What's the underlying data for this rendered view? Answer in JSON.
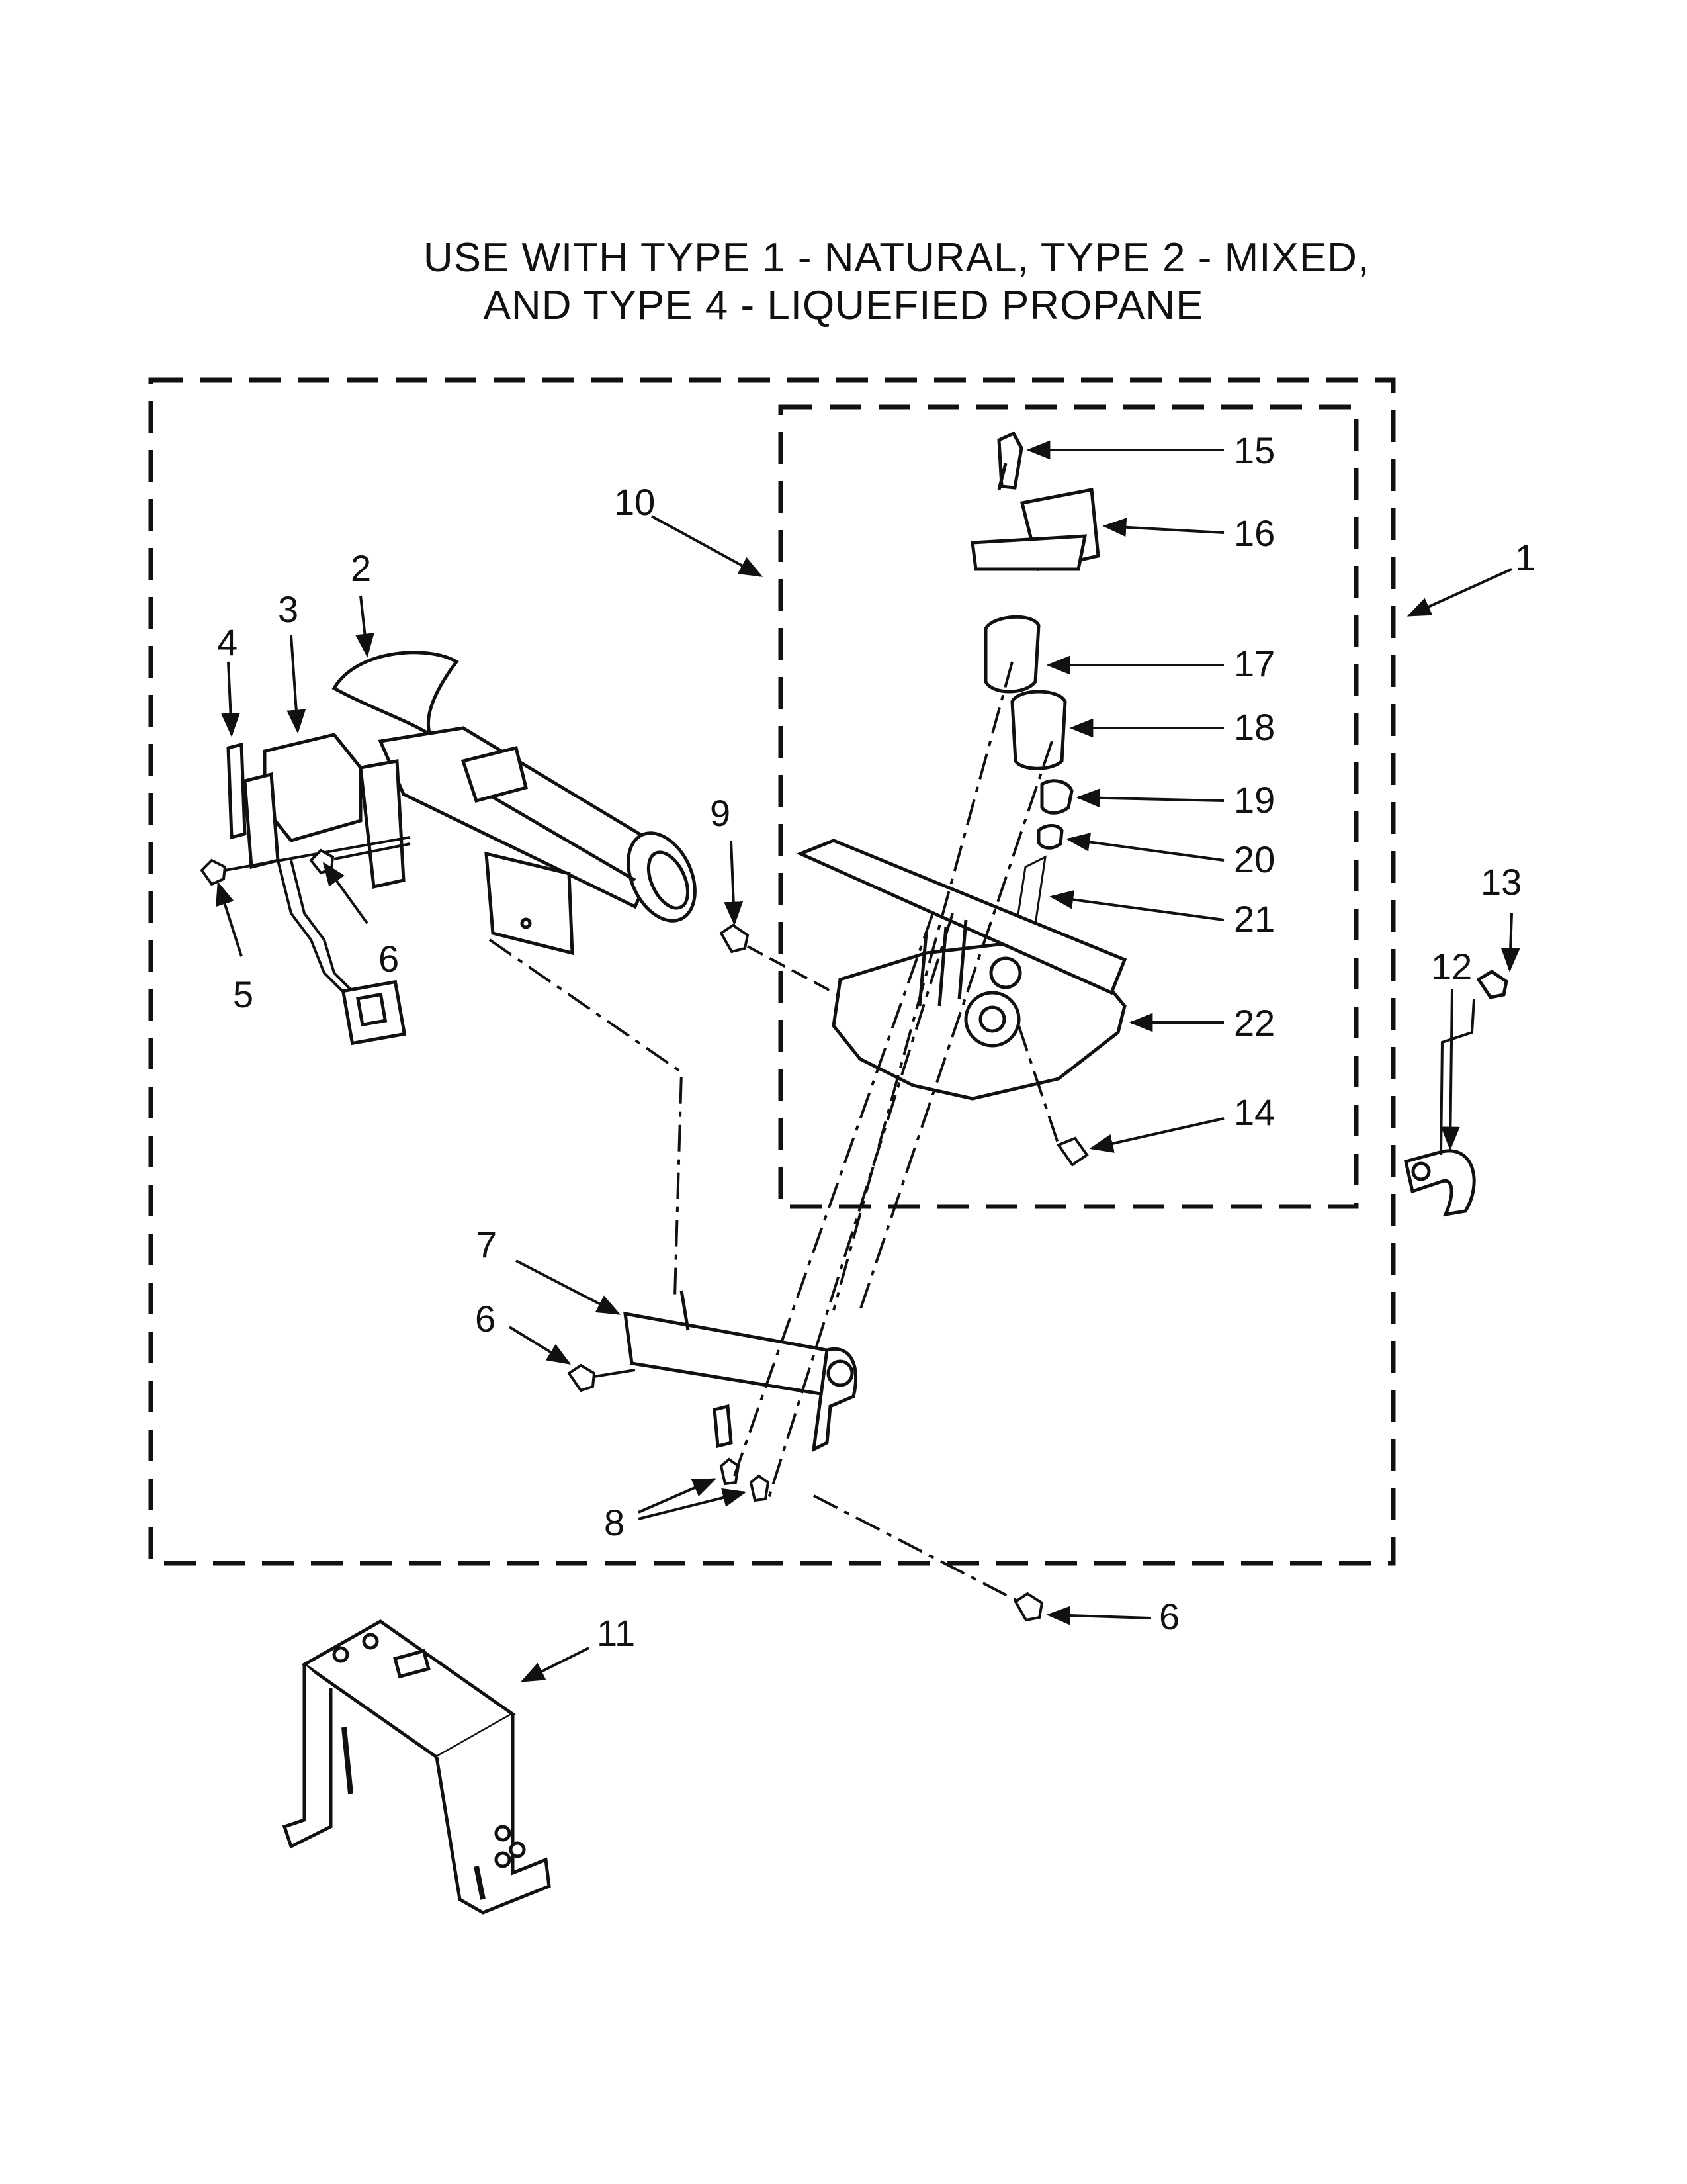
{
  "title": {
    "line1": "USE WITH TYPE 1 - NATURAL, TYPE 2 - MIXED,",
    "line2": "AND TYPE 4 - LIQUEFIED PROPANE"
  },
  "callouts": {
    "c1": "1",
    "c2": "2",
    "c3": "3",
    "c4": "4",
    "c5": "5",
    "c6a": "6",
    "c6b": "6",
    "c6c": "6",
    "c7": "7",
    "c8": "8",
    "c9": "9",
    "c10": "10",
    "c11": "11",
    "c12": "12",
    "c13": "13",
    "c14": "14",
    "c15": "15",
    "c16": "16",
    "c17": "17",
    "c18": "18",
    "c19": "19",
    "c20": "20",
    "c21": "21",
    "c22": "22"
  }
}
